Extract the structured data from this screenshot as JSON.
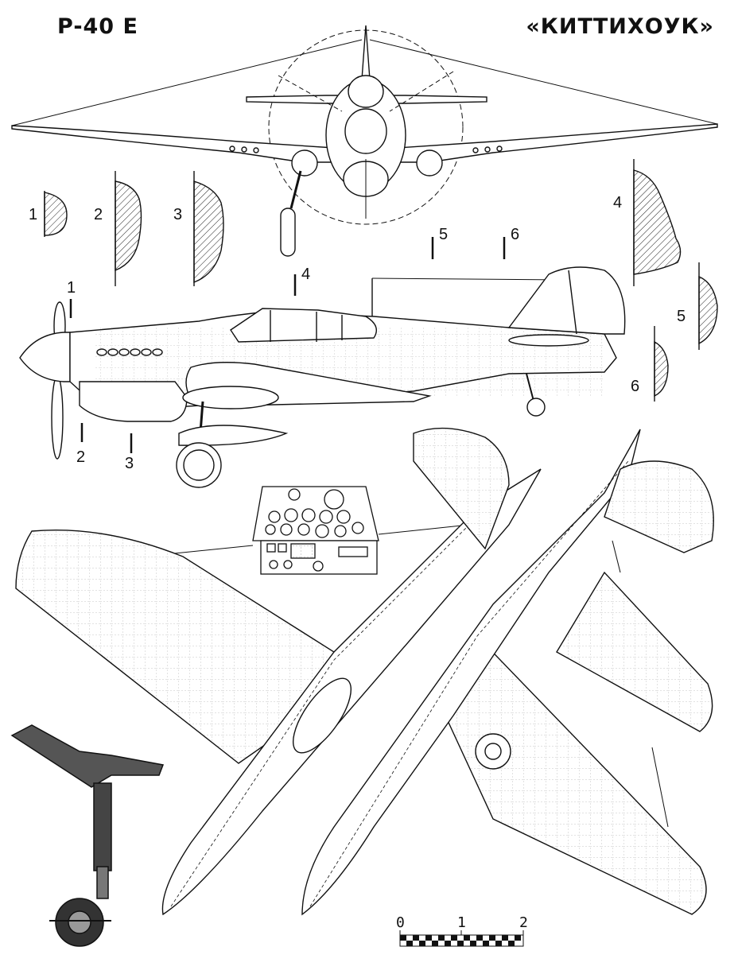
{
  "header": {
    "model": "P-40 E",
    "name": "«КИТТИХОУК»"
  },
  "section_labels": {
    "s1": "1",
    "s2": "2",
    "s3": "3",
    "s4": "4",
    "s5": "5",
    "s6": "6"
  },
  "scale": {
    "tick0": "0",
    "tick1": "1",
    "tick2": "2"
  }
}
